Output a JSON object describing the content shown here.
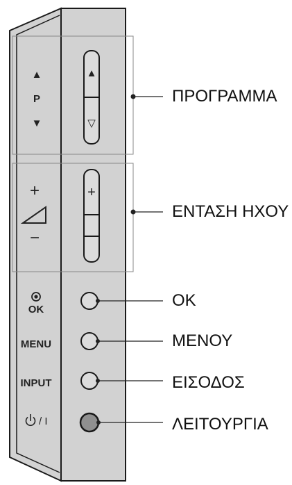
{
  "left_panel": {
    "program": {
      "up_symbol": "▲",
      "label": "P",
      "down_symbol": "▼"
    },
    "volume": {
      "plus_symbol": "+",
      "minus_symbol": "−"
    },
    "ok": {
      "label": "OK"
    },
    "menu": {
      "label": "MENU"
    },
    "input": {
      "label": "INPUT"
    },
    "power": {
      "label": "/ I"
    }
  },
  "right_panel": {
    "program_rocker": {
      "up_symbol": "▲",
      "down_symbol": "▽"
    },
    "volume_rocker": {
      "plus_symbol": "+"
    }
  },
  "callouts": {
    "program": "ΠΡΟΓΡΑΜΜΑ",
    "volume": "ΕΝΤΑΣΗ ΗΧΟΥ",
    "ok": "OK",
    "menu": "ΜΕΝΟΥ",
    "input": "ΕΙΣΟΔΟΣ",
    "power": "ΛΕΙΤΟΥΡΓΙΑ"
  }
}
